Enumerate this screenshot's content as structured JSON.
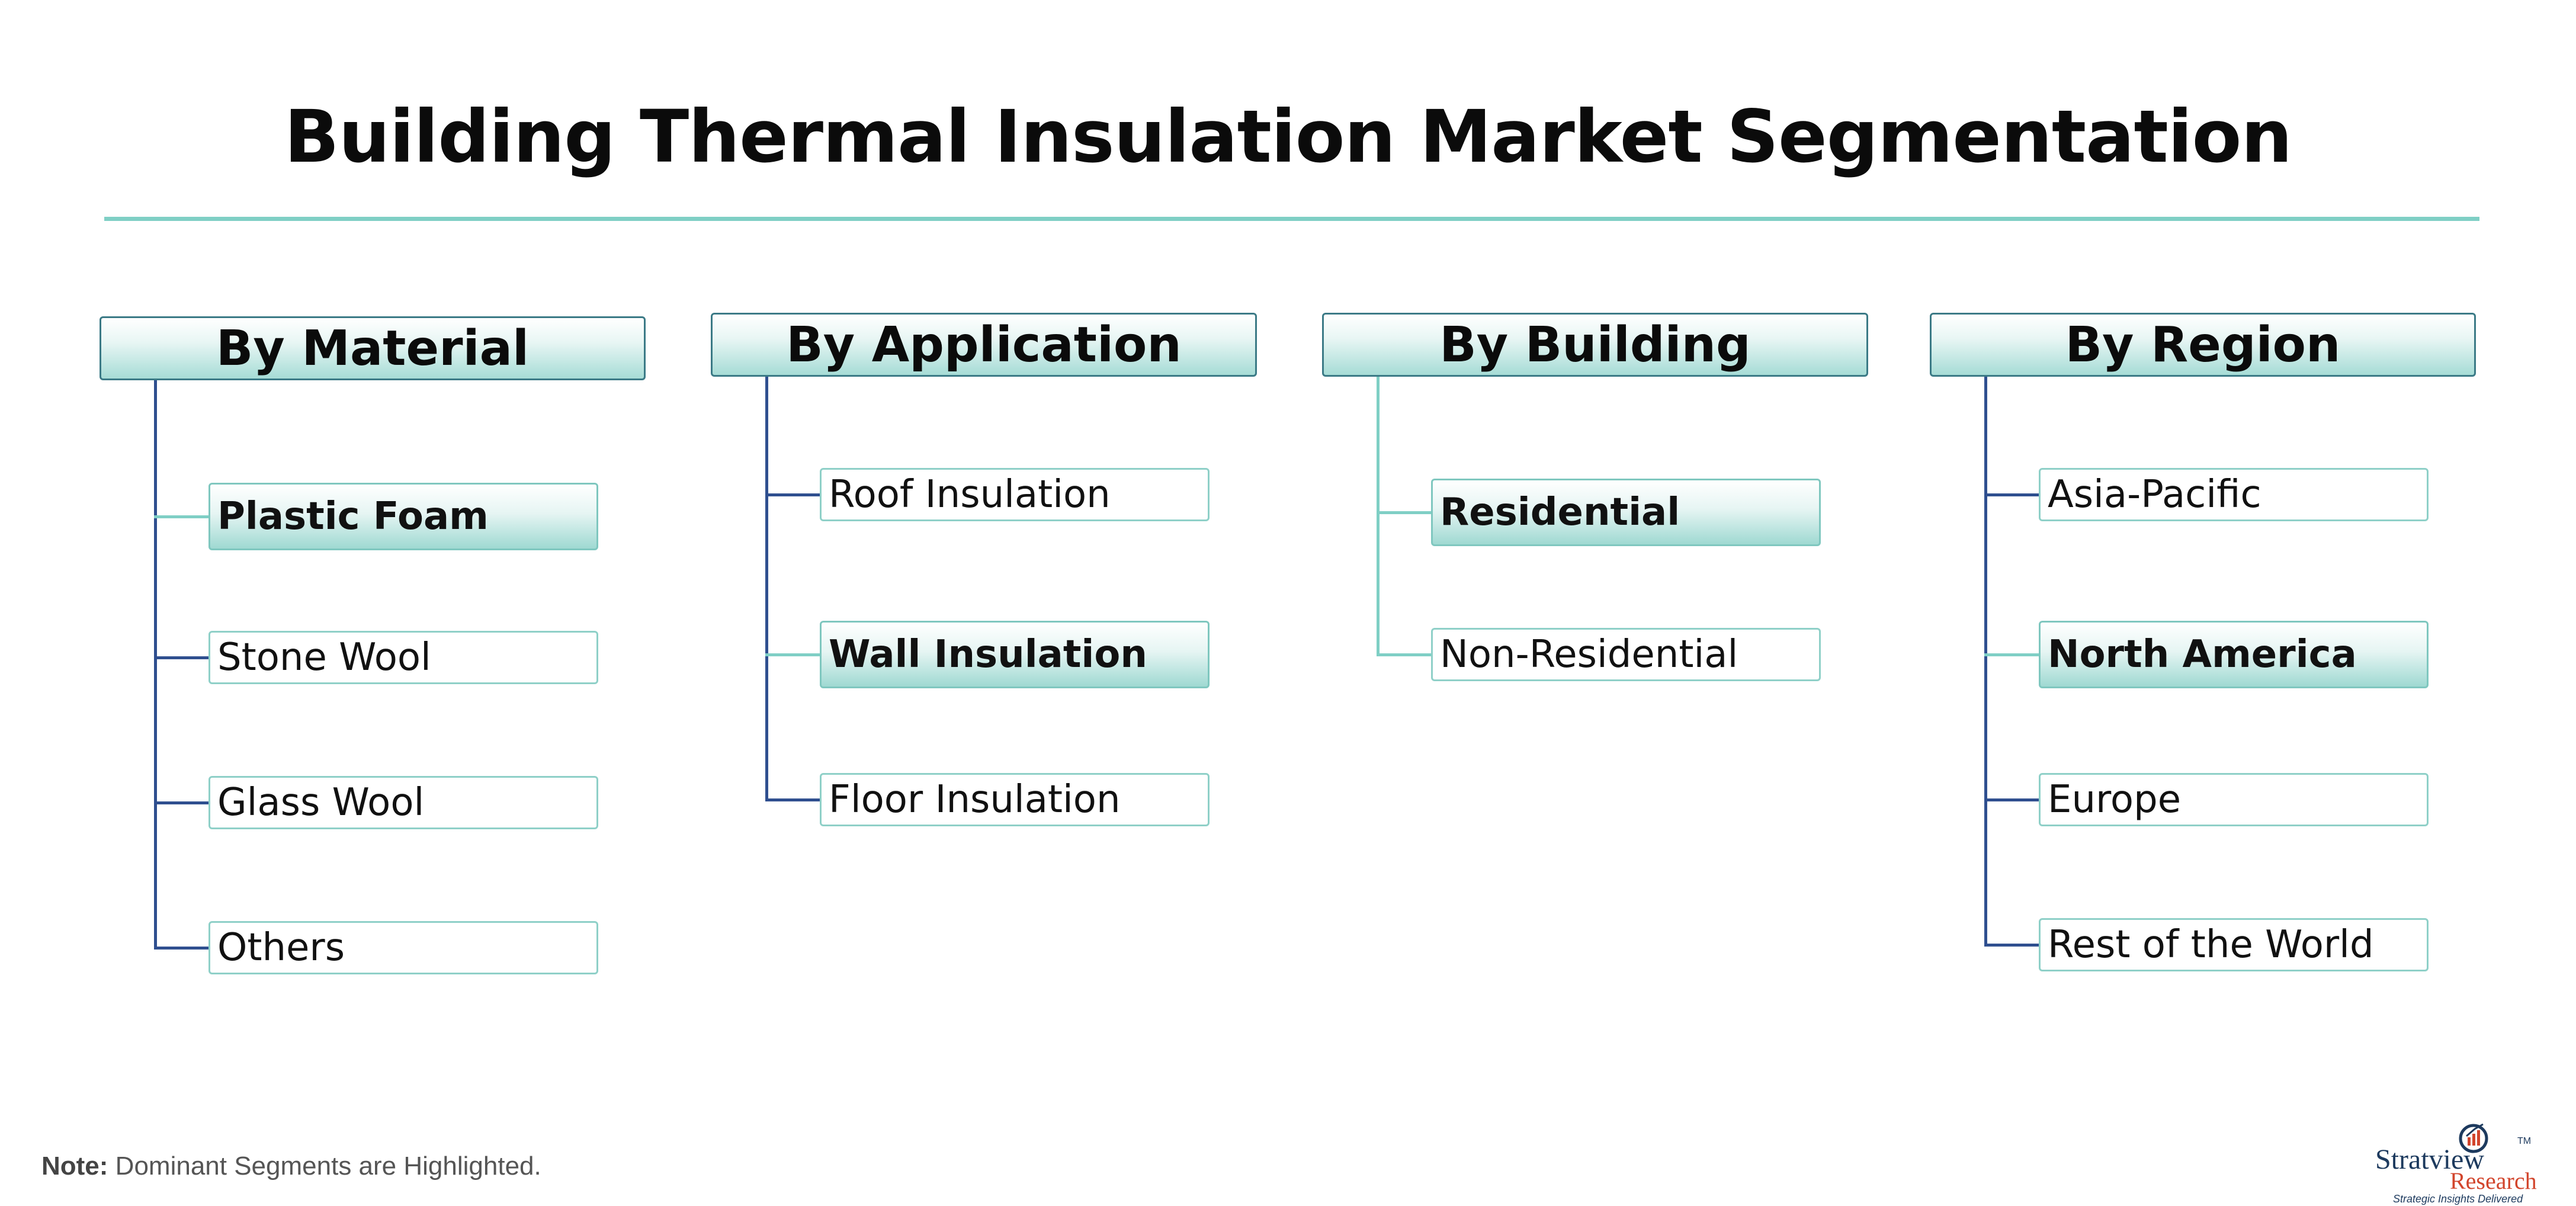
{
  "title": "Building Thermal Insulation Market Segmentation",
  "columns": [
    {
      "header": "By Material",
      "connector_color": "#2f4f8f",
      "segments": [
        {
          "label": "Plastic Foam",
          "highlighted": true
        },
        {
          "label": "Stone Wool",
          "highlighted": false
        },
        {
          "label": "Glass Wool",
          "highlighted": false
        },
        {
          "label": "Others",
          "highlighted": false
        }
      ]
    },
    {
      "header": "By Application",
      "connector_color": "#2f4f8f",
      "segments": [
        {
          "label": "Roof Insulation",
          "highlighted": false
        },
        {
          "label": "Wall Insulation",
          "highlighted": true
        },
        {
          "label": "Floor Insulation",
          "highlighted": false
        }
      ]
    },
    {
      "header": "By Building",
      "connector_color": "#7fcfc5",
      "segments": [
        {
          "label": "Residential",
          "highlighted": true
        },
        {
          "label": "Non-Residential",
          "highlighted": false
        }
      ]
    },
    {
      "header": "By Region",
      "connector_color": "#2f4f8f",
      "segments": [
        {
          "label": "Asia-Pacific",
          "highlighted": false
        },
        {
          "label": "North America",
          "highlighted": true
        },
        {
          "label": "Europe",
          "highlighted": false
        },
        {
          "label": "Rest of the World",
          "highlighted": false
        }
      ]
    }
  ],
  "note": {
    "label": "Note:",
    "text": "Dominant Segments are Highlighted."
  },
  "logo": {
    "name": "Stratview",
    "tm": "TM",
    "sub": "Research",
    "tagline": "Strategic Insights Delivered"
  },
  "colors": {
    "accent_teal": "#7fcfc5",
    "header_border": "#3b7a86",
    "connector_dark": "#2f4f8f",
    "logo_red": "#d2452c"
  }
}
